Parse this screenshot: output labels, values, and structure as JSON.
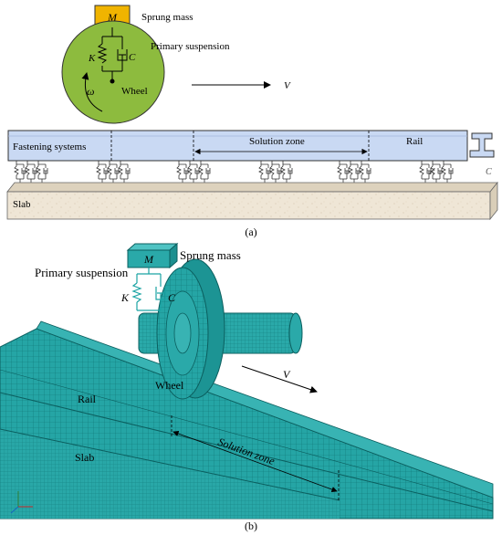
{
  "panel_a": {
    "caption": "(a)",
    "mass_symbol": "M",
    "sprung_mass_label": "Sprung mass",
    "primary_suspension_label": "Primary suspension",
    "spring_symbol": "K",
    "damper_symbol": "C",
    "omega_symbol": "ω",
    "wheel_label": "Wheel",
    "velocity_symbol": "V",
    "fastening_label": "Fastening systems",
    "solution_zone_label": "Solution zone",
    "rail_label": "Rail",
    "slab_label": "Slab",
    "fastener_k_symbol": "K",
    "fastener_c_symbol": "C",
    "colors": {
      "mass": "#f0b400",
      "wheel": "#8dbb3e",
      "rail": "#c9d9f3",
      "slab": "#efe6d6"
    }
  },
  "panel_b": {
    "caption": "(b)",
    "mass_symbol": "M",
    "sprung_mass_label": "Sprung mass",
    "primary_suspension_label": "Primary suspension",
    "spring_symbol": "K",
    "damper_symbol": "C",
    "wheel_label": "Wheel",
    "velocity_symbol": "V",
    "rail_label": "Rail",
    "slab_label": "Slab",
    "solution_zone_label": "Solution zone",
    "colors": {
      "mesh": "#1f9f9f",
      "mesh_dark": "#0e6f6f"
    }
  }
}
